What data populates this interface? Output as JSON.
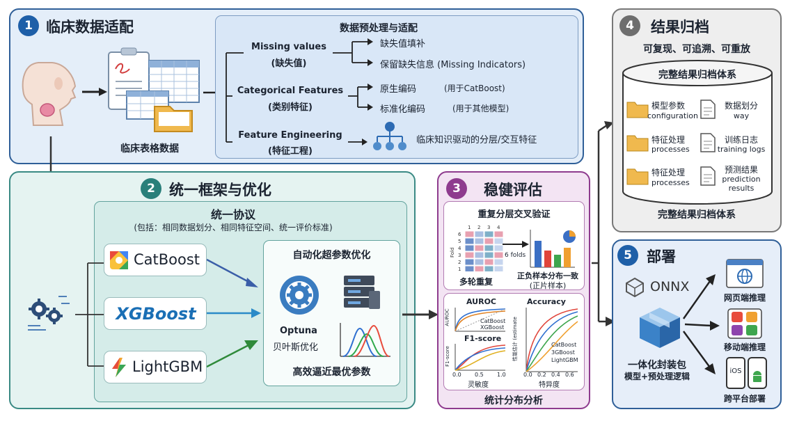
{
  "s1": {
    "num": "1",
    "title": "临床数据适配",
    "table_label": "临床表格数据",
    "prep_title": "数据预处理与适配",
    "missing_en": "Missing values",
    "missing_zh": "(缺失值)",
    "missing_a": "缺失值填补",
    "missing_b": "保留缺失信息 (Missing Indicators)",
    "cat_en": "Categorical Features",
    "cat_zh": "(类别特征)",
    "cat_a": "原生编码",
    "cat_a_note": "(用于CatBoost)",
    "cat_b": "标准化编码",
    "cat_b_note": "(用于其他模型)",
    "fe_en": "Feature Engineering",
    "fe_zh": "(特征工程)",
    "fe_a": "临床知识驱动的分层/交互特征"
  },
  "s2": {
    "num": "2",
    "title": "统一框架与优化",
    "protocol_title": "统一协议",
    "protocol_sub": "(包括：相同数据划分、相同特征空间、统一评价标准)",
    "model1": "CatBoost",
    "model2": "XGBoost",
    "model3": "LightGBM",
    "hpo_title": "自动化超参数优化",
    "optuna": "Optuna",
    "bayes": "贝叶斯优化",
    "hpo_foot": "高效逼近最优参数"
  },
  "s3": {
    "num": "3",
    "title": "稳健评估",
    "cv_title": "重复分层交叉验证",
    "fold_label": "Fold",
    "col_labels": [
      "1",
      "2",
      "3",
      "4"
    ],
    "row_labels": [
      "6",
      "5",
      "4",
      "3",
      "2",
      "1"
    ],
    "folds": "6 folds",
    "repeat": "多轮重复",
    "balance": "正负样本分布一致",
    "balance_sub": "(正片样本)",
    "auroc": "AUROC",
    "accuracy": "Accuracy",
    "f1": "F1-score",
    "auroc_legend": [
      "CatBoost",
      "XGBoost"
    ],
    "acc_legend": [
      "CatBoost",
      "3GBoost",
      "LightGBM"
    ],
    "auroc_ylabel": "AUROC",
    "acc_ylabel": "性能估计 (estimate",
    "f1_ylabel": "F1-score",
    "f1_xticks": [
      "0.0",
      "0.5",
      "1.0"
    ],
    "acc_xticks": [
      "0.0",
      "0.2",
      "0.4",
      "0.6"
    ],
    "xlabel_left": "灵敏度",
    "xlabel_right": "特异度",
    "foot": "统计分布分析"
  },
  "s4": {
    "num": "4",
    "title": "结果归档",
    "sub": "可复现、可追溯、可重放",
    "cyl_title": "完整结果归档体系",
    "items": [
      {
        "zh": "模型参数",
        "en": "configuration"
      },
      {
        "zh": "数据划分",
        "en": "way"
      },
      {
        "zh": "特征处理",
        "en": "processes"
      },
      {
        "zh": "训练日志",
        "en": "training logs"
      },
      {
        "zh": "特征处理",
        "en": "processes"
      },
      {
        "zh": "预测结果",
        "en": "prediction results"
      }
    ],
    "foot": "完整结果归档体系"
  },
  "s5": {
    "num": "5",
    "title": "部署",
    "onnx": "ONNX",
    "pkg": "一体化封装包",
    "pkg_sub": "模型+预处理逻辑",
    "web": "网页端推理",
    "mobile": "移动端推理",
    "cross": "跨平台部署",
    "ios": "iOS"
  },
  "colors": {
    "s1_bg": "#e4eef9",
    "s2_bg": "#e5f3f1",
    "s3_bg": "#f3e4f3",
    "s4_bg": "#eeeeee",
    "s5_bg": "#e6eef9",
    "blue": "#1e5fa8",
    "purple": "#8e3b8e",
    "teal": "#2a7f7a",
    "gray": "#6e6e6e"
  }
}
